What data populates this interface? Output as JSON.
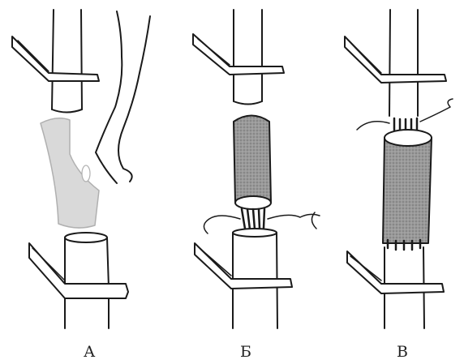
{
  "panels": [
    {
      "label": "А"
    },
    {
      "label": "Б"
    },
    {
      "label": "В"
    }
  ],
  "colors": {
    "stroke": "#1a1a1a",
    "graft_light": "#d9d9d9",
    "graft_dark": "#8e8e8e",
    "background": "#ffffff"
  },
  "icons": [
    "clamp-icon",
    "vessel-icon",
    "graft-icon",
    "suture-icon",
    "artery-branch-icon"
  ]
}
